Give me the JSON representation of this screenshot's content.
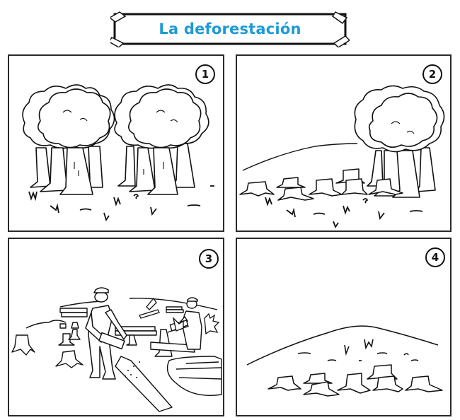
{
  "title": "La deforestación",
  "colors": {
    "title_text": "#1c9ad6",
    "line_art": "#111111",
    "panel_border": "#2a2a2a",
    "background": "#ffffff"
  },
  "panels": [
    {
      "number": "1",
      "scene": "dense-forest",
      "description": "Bosque con muchos árboles y hierba"
    },
    {
      "number": "2",
      "scene": "partially-cut-forest",
      "description": "Tocones y pocos árboles restantes junto a una colina"
    },
    {
      "number": "3",
      "scene": "loggers-with-chainsaws",
      "description": "Leñadores cortando árboles con motosierras, troncos apilados"
    },
    {
      "number": "4",
      "scene": "cleared-land",
      "description": "Colina sin árboles, solo tocones"
    }
  ]
}
